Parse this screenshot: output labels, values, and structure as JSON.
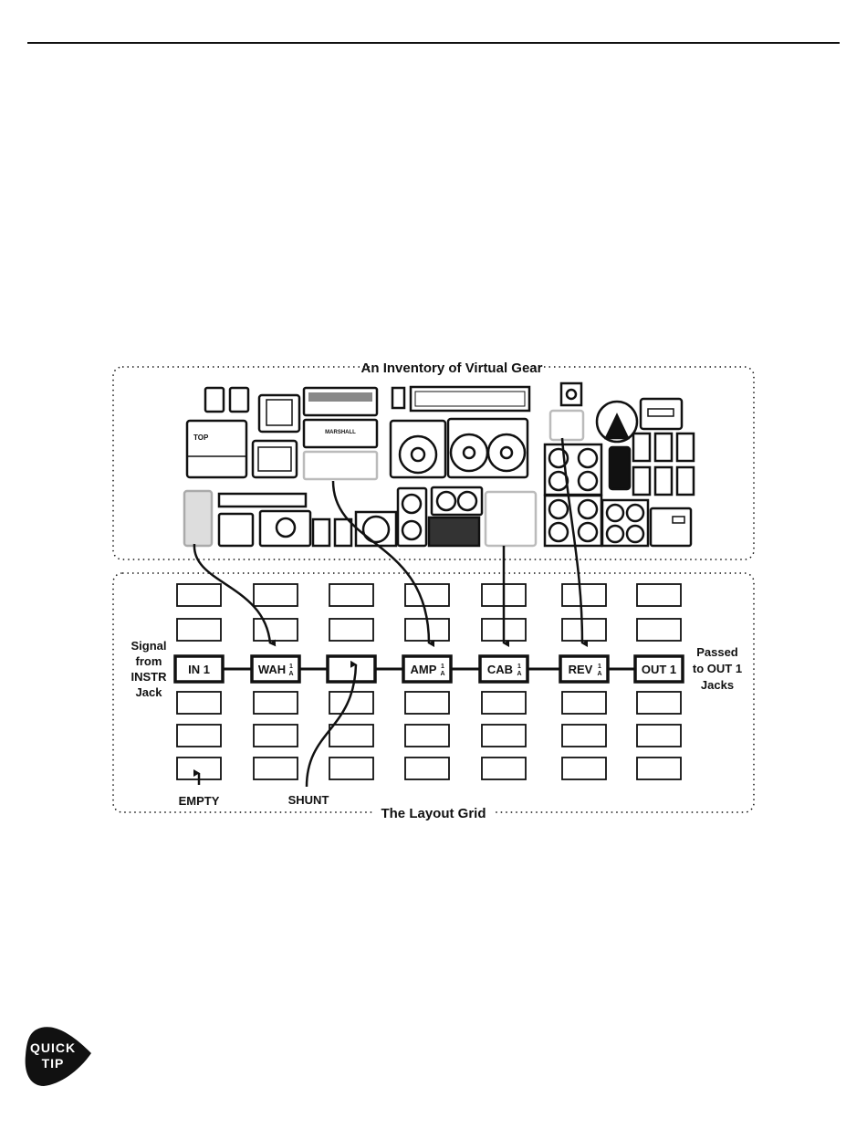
{
  "diagram": {
    "inventory_title": "An Inventory of Virtual Gear",
    "grid_title": "The Layout Grid",
    "left_note": [
      "Signal",
      "from",
      "INSTR",
      "Jack"
    ],
    "right_note": [
      "Passed",
      "to OUT 1",
      "Jacks"
    ],
    "chain": [
      {
        "label": "IN 1",
        "sub": ""
      },
      {
        "label": "WAH",
        "sub": "1A"
      },
      {
        "label": "",
        "sub": ""
      },
      {
        "label": "AMP",
        "sub": "1A"
      },
      {
        "label": "CAB",
        "sub": "1A"
      },
      {
        "label": "REV",
        "sub": "1A"
      },
      {
        "label": "OUT 1",
        "sub": ""
      }
    ],
    "callouts": {
      "empty": "EMPTY",
      "shunt": "SHUNT"
    },
    "gear_logos": [
      "TOP",
      "MARSHALL"
    ]
  },
  "quick_tip": {
    "line1": "QUICK",
    "line2": "TIP"
  }
}
